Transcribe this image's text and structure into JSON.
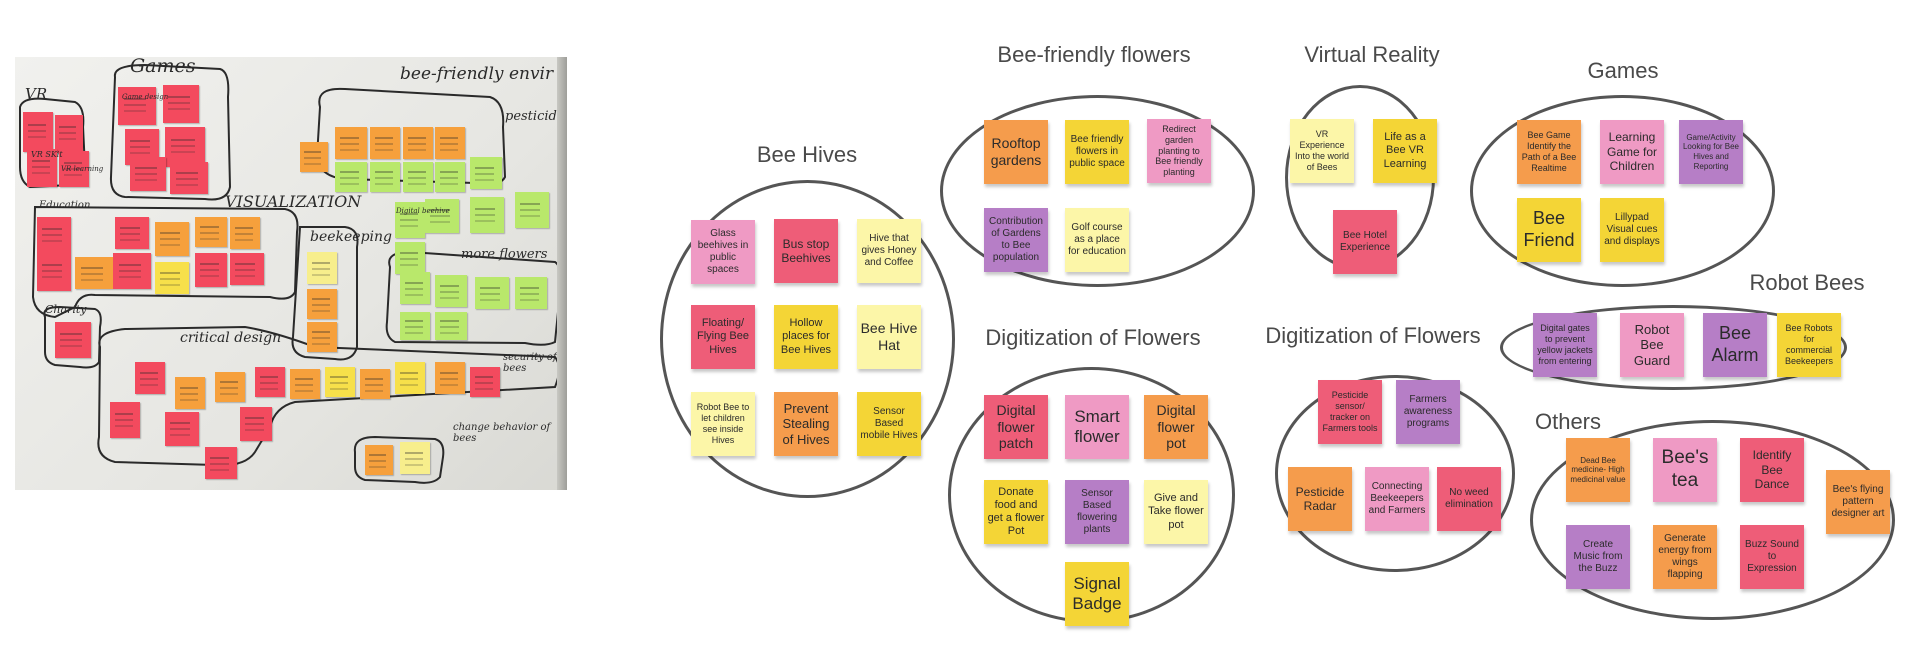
{
  "colors": {
    "pink": "#ef9ac4",
    "red": "#ee5d78",
    "orange": "#f59c4c",
    "yellow": "#f4d536",
    "lightyellow": "#fcf6a8",
    "purple": "#b67ec6",
    "ring": "#555555",
    "heading": "#4a4a4a"
  },
  "photo": {
    "labels": [
      "Games",
      "bee-friendly envir",
      "VR",
      "VR SKit",
      "VR learning",
      "pesticide",
      "VISUALIZATION",
      "Education",
      "beekeeping",
      "more flowers",
      "Charity",
      "critical design",
      "security of bees",
      "change behavior of bees",
      "Game design",
      "Digital beehive"
    ]
  },
  "clusters": {
    "bee_hives": {
      "title": "Bee Hives",
      "notes": [
        "Glass beehives in public spaces",
        "Bus stop Beehives",
        "Hive that gives Honey and Coffee",
        "Floating/ Flying Bee Hives",
        "Hollow places for Bee Hives",
        "Bee Hive Hat",
        "Robot Bee to let children see inside Hives",
        "Prevent Stealing of Hives",
        "Sensor Based mobile Hives"
      ]
    },
    "bee_friendly_flowers": {
      "title": "Bee-friendly flowers",
      "notes": [
        "Rooftop gardens",
        "Bee friendly flowers in public space",
        "Redirect garden planting to Bee friendly planting",
        "Contribution of Gardens to Bee population",
        "Golf course as a place for education"
      ]
    },
    "virtual_reality": {
      "title": "Virtual Reality",
      "notes": [
        "VR Experience Into the world of Bees",
        "Life as a Bee VR Learning",
        "Bee Hotel Experience"
      ]
    },
    "games": {
      "title": "Games",
      "notes": [
        "Bee Game Identify the Path of a Bee Realtime",
        "Learning Game for Children",
        "Game/Activity Looking for Bee Hives and Reporting",
        "Bee Friend",
        "Lillypad Visual cues and displays"
      ]
    },
    "digitization_1": {
      "title": "Digitization of Flowers",
      "notes": [
        "Digital flower patch",
        "Smart flower",
        "Digital flower pot",
        "Donate food and get a flower Pot",
        "Sensor Based flowering plants",
        "Give and Take flower pot",
        "Signal Badge"
      ]
    },
    "digitization_2": {
      "title": "Digitization of Flowers",
      "notes": [
        "Pesticide sensor/ tracker on Farmers tools",
        "Farmers awareness programs",
        "Pesticide Radar",
        "Connecting Beekeepers and Farmers",
        "No weed elimination"
      ]
    },
    "robot_bees": {
      "title": "Robot Bees",
      "notes": [
        "Digital gates to prevent yellow jackets from entering",
        "Robot Bee Guard",
        "Bee Alarm",
        "Bee Robots for commercial Beekeepers"
      ]
    },
    "others": {
      "title": "Others",
      "notes": [
        "Dead Bee medicine- High medicinal value",
        "Bee's tea",
        "Identify Bee Dance",
        "Bee's flying pattern designer art",
        "Create Music from the Buzz",
        "Generate energy from wings flapping",
        "Buzz Sound to Expression"
      ]
    }
  }
}
